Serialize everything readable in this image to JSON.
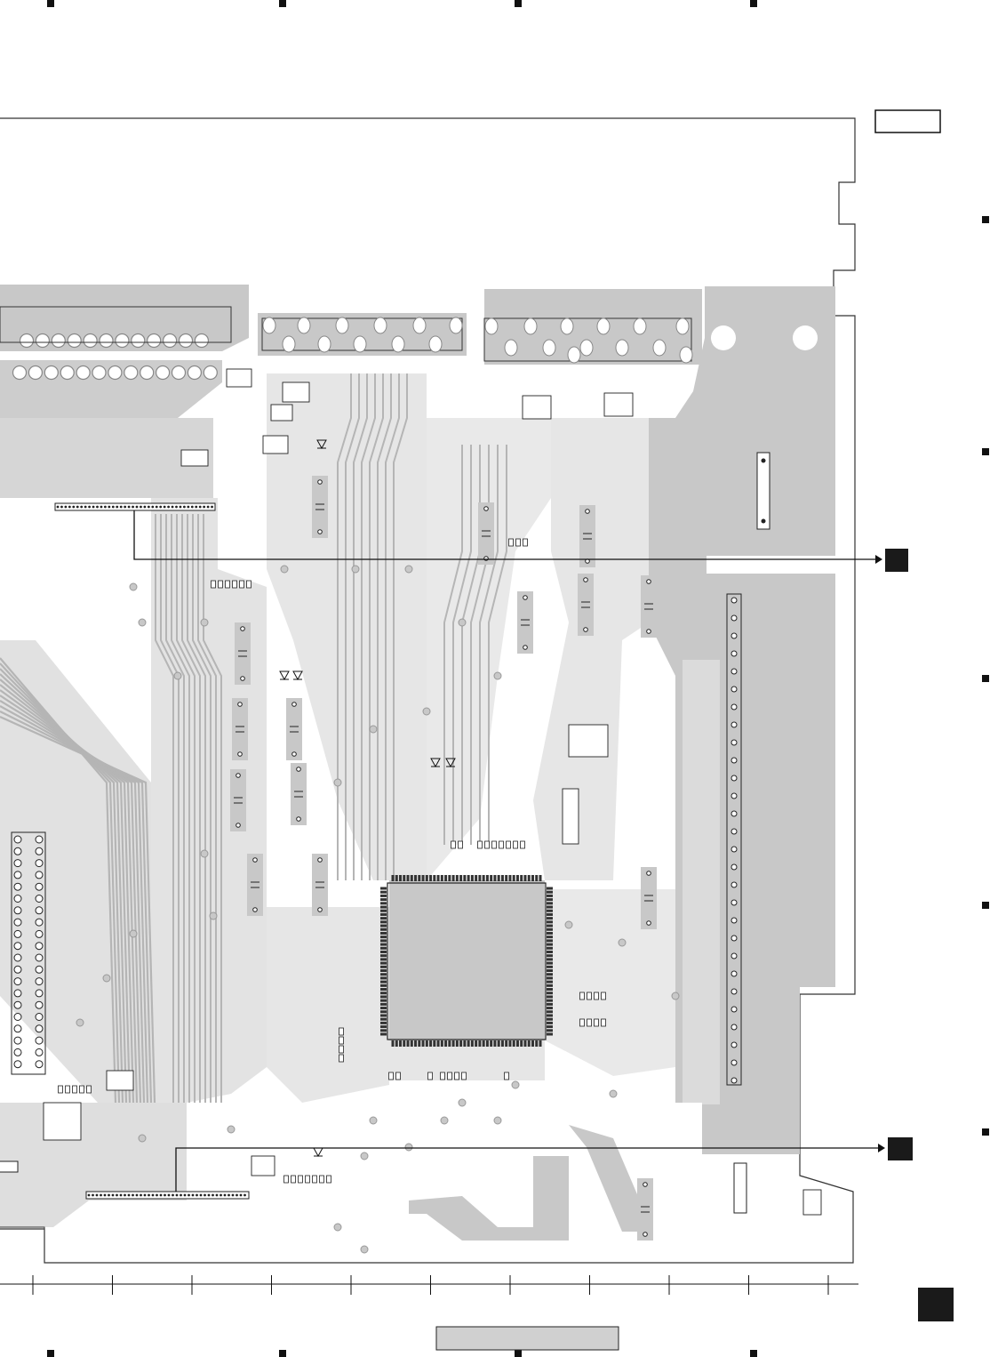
{
  "page": {
    "background": "#ffffff"
  },
  "colors": {
    "copper": "#c8c8c8",
    "outline": "#333333",
    "black": "#111111",
    "pad_fill": "#ffffff",
    "marker": "#1a1a1a"
  },
  "board": {
    "label_box_text": "",
    "bottom_label_text": "",
    "connector_arrows": [
      {
        "name": "connector-arrow-top",
        "marker": "square-marker"
      },
      {
        "name": "connector-arrow-bottom",
        "marker": "square-marker"
      }
    ],
    "main_ic": {
      "pins_per_side": 40
    },
    "pin_headers": {
      "left_header_pins": 20,
      "right_header_pins": 28,
      "top_header_pins": 40,
      "bottom_header_pins": 40
    }
  },
  "ruler": {
    "tick_count": 11
  }
}
